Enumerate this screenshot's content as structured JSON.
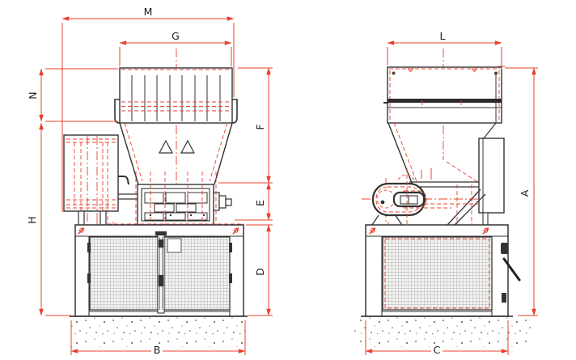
{
  "drawing": {
    "colors": {
      "dimension_red": "#e8402c",
      "outline_black": "#333333",
      "mesh_gray": "#9b9b9b",
      "concrete_dot": "#7a7a7a"
    },
    "symbols": {
      "warning_triangle": "triangle-outline-icon",
      "lifting_point": "red-lift-arrow-icon",
      "centerline": "red-dash-dot-line"
    },
    "front_view": {
      "dim_labels": {
        "M": "M",
        "G": "G",
        "N": "N",
        "H": "H",
        "F": "F",
        "E": "E",
        "D": "D",
        "B": "B"
      }
    },
    "side_view": {
      "dim_labels": {
        "L": "L",
        "A": "A",
        "C": "C"
      }
    }
  }
}
